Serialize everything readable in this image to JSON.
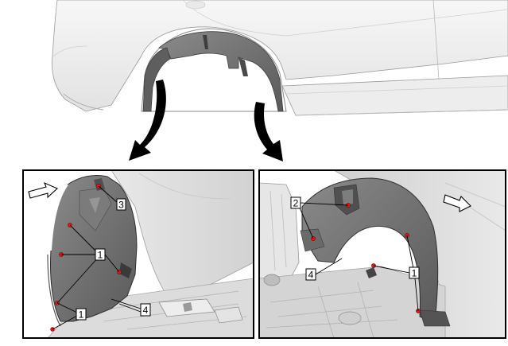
{
  "colors": {
    "background": "#ffffff",
    "body_light": "#f1f1f1",
    "body_mid": "#d8d8d8",
    "body_dark": "#8c8c8c",
    "liner": "#6f6f6f",
    "liner_dark": "#4b4b4b",
    "fastener": "#e0191b",
    "frame": "#000000"
  },
  "callouts": {
    "left": {
      "fastener_top": "3",
      "fasteners_side": "1",
      "fasteners_bottom": "1",
      "liner": "4"
    },
    "right": {
      "fastener_top": "2",
      "liner": "4",
      "fasteners": "1"
    }
  },
  "icons": {
    "arrow_left_panel": "direction-arrow-icon",
    "arrow_right_panel": "direction-arrow-icon"
  }
}
